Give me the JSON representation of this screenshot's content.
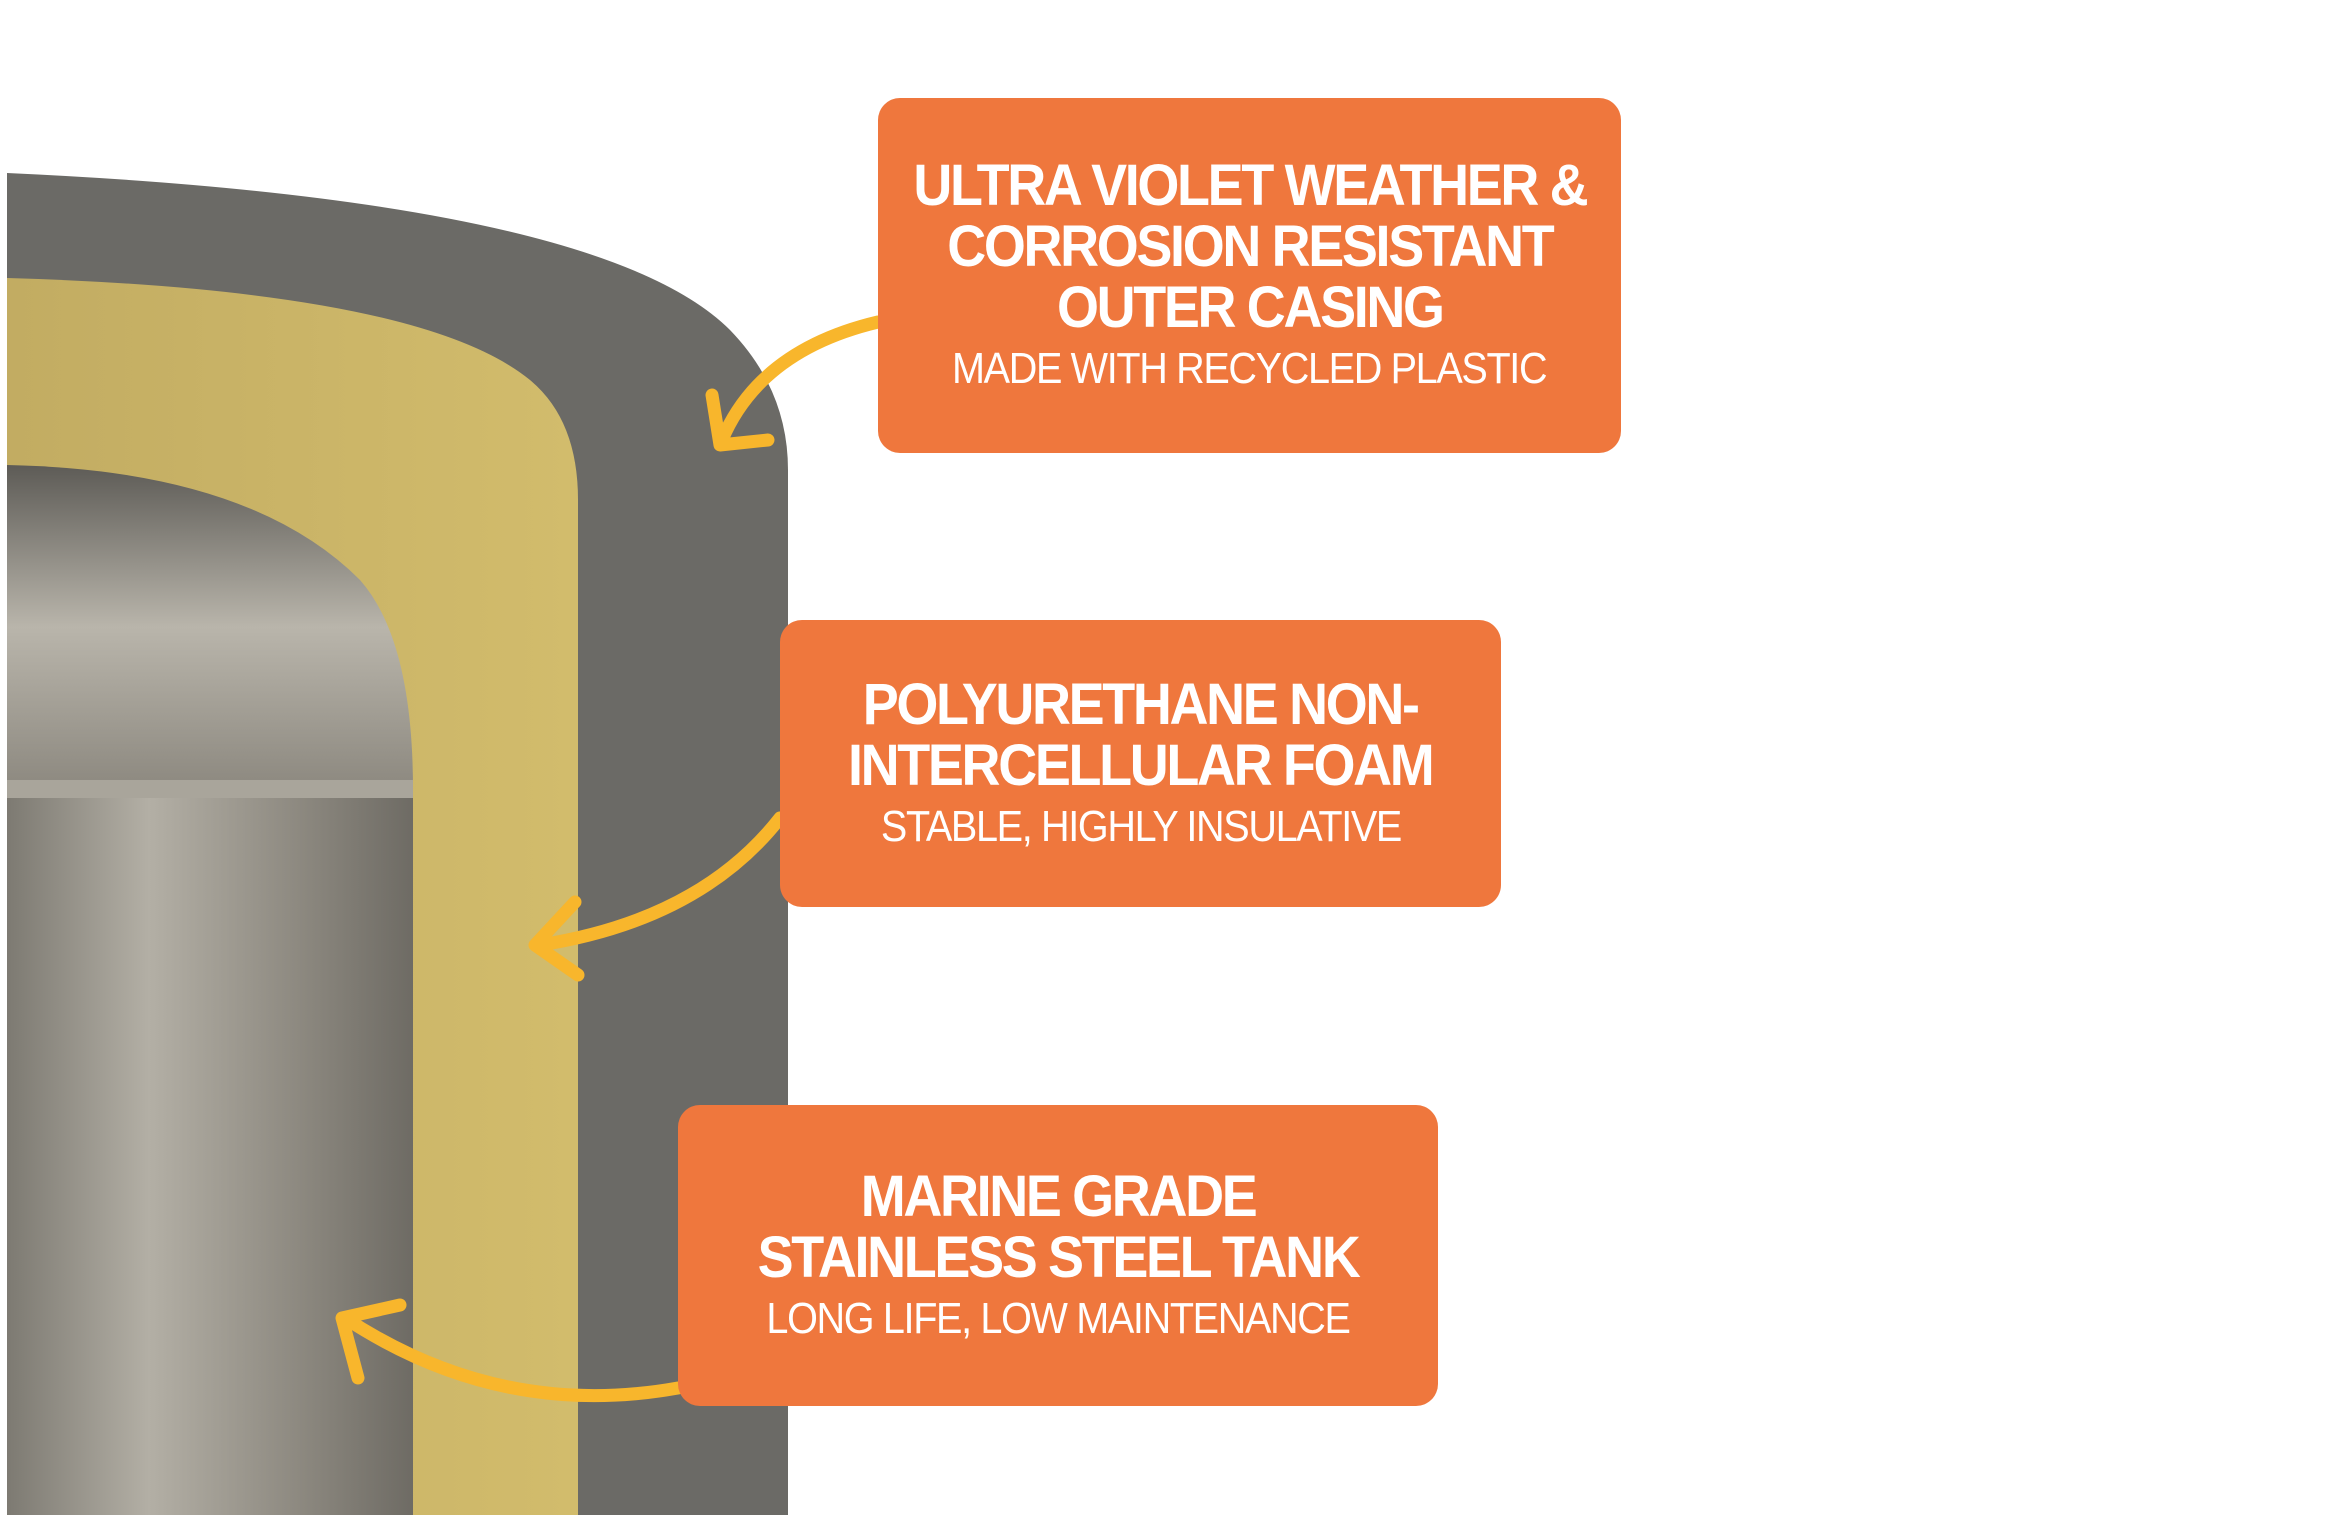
{
  "callouts": [
    {
      "title_lines": [
        "ULTRA VIOLET WEATHER &",
        "CORROSION RESISTANT",
        "OUTER CASING"
      ],
      "subtitle": "MADE WITH RECYCLED PLASTIC"
    },
    {
      "title_lines": [
        "POLYURETHANE NON-",
        "INTERCELLULAR FOAM"
      ],
      "subtitle": "STABLE, HIGHLY INSULATIVE"
    },
    {
      "title_lines": [
        "MARINE GRADE",
        "STAINLESS STEEL TANK"
      ],
      "subtitle": "LONG LIFE, LOW MAINTENANCE"
    }
  ],
  "colors": {
    "callout": "#EF773D",
    "arrow": "#F8B62C",
    "casing": "#6B6A66",
    "foam": "#C9B264",
    "steel": "#8E8A80"
  }
}
